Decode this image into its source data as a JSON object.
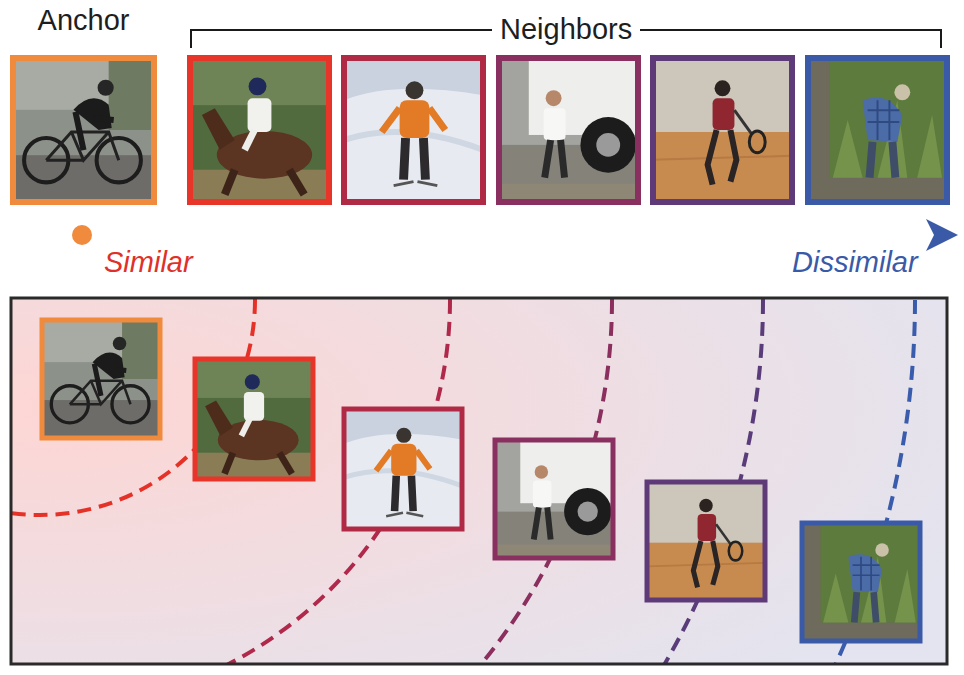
{
  "diagram": {
    "nodes": [
      {
        "text": [
          "Anchor"
        ]
      }
    ],
    "labels": [
      "Neighbors",
      "Similar",
      "Dissimilar"
    ]
  }
}
